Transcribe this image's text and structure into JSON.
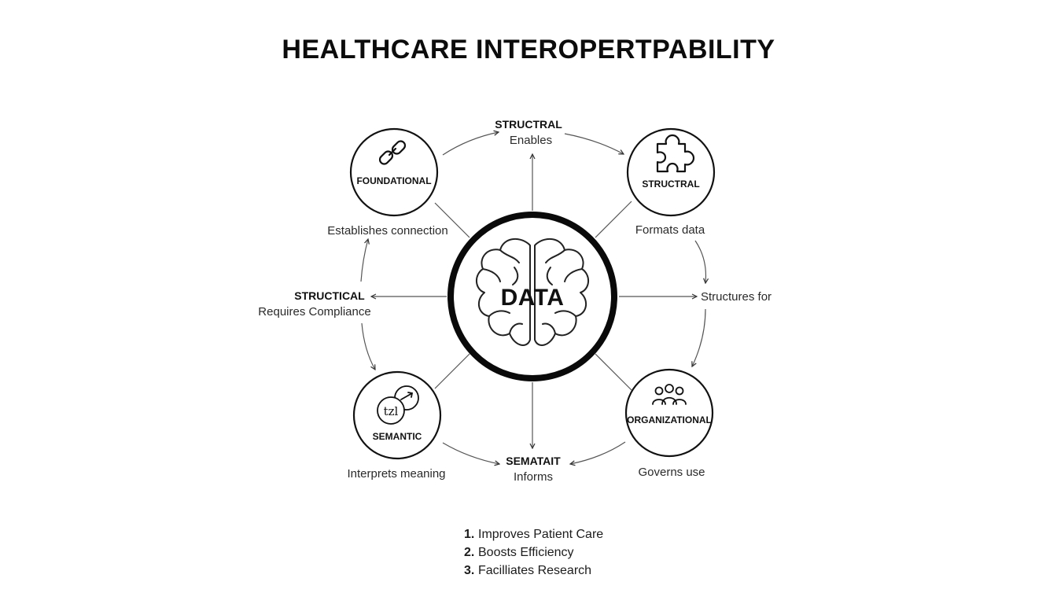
{
  "title": "HEALTHCARE INTEROPERTPABILITY",
  "center": {
    "label": "DATA",
    "icon": "brain-icon"
  },
  "nodes": [
    {
      "id": "foundational",
      "label": "FOUNDATIONAL",
      "icon": "chain-link-icon",
      "caption": "Establishes connection"
    },
    {
      "id": "structural",
      "label": "STRUCTRAL",
      "icon": "puzzle-piece-icon",
      "caption": "Formats data"
    },
    {
      "id": "semantic",
      "label": "SEMANTIC",
      "icon": "translate-icon",
      "caption": "Interprets meaning"
    },
    {
      "id": "organizational",
      "label": "ORGANIZATIONAL",
      "icon": "people-group-icon",
      "caption": "Governs use"
    }
  ],
  "connectors": {
    "top": {
      "heading": "STRUCTRAL",
      "text": "Enables"
    },
    "left": {
      "heading": "STRUCTICAL",
      "text": "Requires Compliance"
    },
    "right": {
      "text": "Structures for"
    },
    "bottom": {
      "heading": "SEMATAIT",
      "text": "Informs"
    }
  },
  "benefits": [
    {
      "num": "1.",
      "text": "Improves Patient Care"
    },
    {
      "num": "2.",
      "text": "Boosts Efficiency"
    },
    {
      "num": "3.",
      "text": "Facilliates Research"
    }
  ]
}
